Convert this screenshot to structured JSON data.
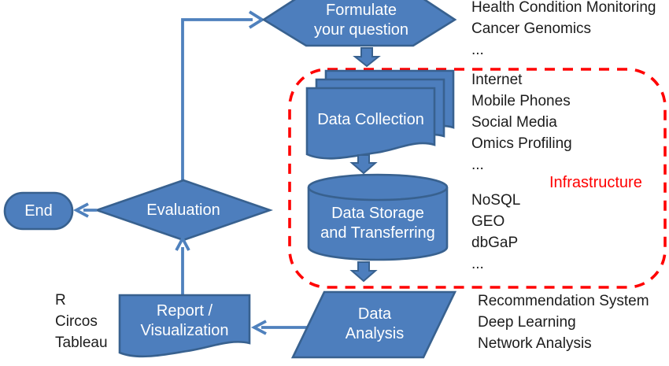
{
  "diagram": {
    "title_hint": "big data analysis workflow flowchart",
    "nodes": {
      "formulate_question": {
        "line1": "Formulate",
        "line2": "your question"
      },
      "data_collection": {
        "label": "Data Collection"
      },
      "data_storage": {
        "line1": "Data Storage",
        "line2": "and Transferring"
      },
      "evaluation": {
        "label": "Evaluation"
      },
      "end": {
        "label": "End"
      },
      "report_visualization": {
        "line1": "Report /",
        "line2": "Visualization"
      },
      "data_analysis": {
        "line1": "Data",
        "line2": "Analysis"
      }
    },
    "annotations": {
      "infrastructure": {
        "label": "Infrastructure",
        "color": "#ff0000"
      },
      "question_examples": {
        "items": [
          "Health Condition Monitoring",
          "Cancer Genomics",
          "..."
        ]
      },
      "collection_examples": {
        "items": [
          "Internet",
          "Mobile Phones",
          "Social Media",
          "Omics Profiling",
          "..."
        ]
      },
      "storage_examples": {
        "items": [
          "NoSQL",
          "GEO",
          "dbGaP",
          "..."
        ]
      },
      "analysis_examples": {
        "items": [
          "Recommendation System",
          "Deep Learning",
          "Network Analysis",
          "..."
        ]
      },
      "visualization_examples": {
        "items": [
          "R",
          "Circos",
          "Tableau",
          "..."
        ]
      }
    },
    "colors": {
      "shape_fill": "#4d7ebd",
      "shape_border": "#38618f",
      "connector": "#4f81bd",
      "dashed_box": "#ff0000",
      "text_on_shape": "#ffffff",
      "text_dark": "#1c1c1c"
    }
  }
}
